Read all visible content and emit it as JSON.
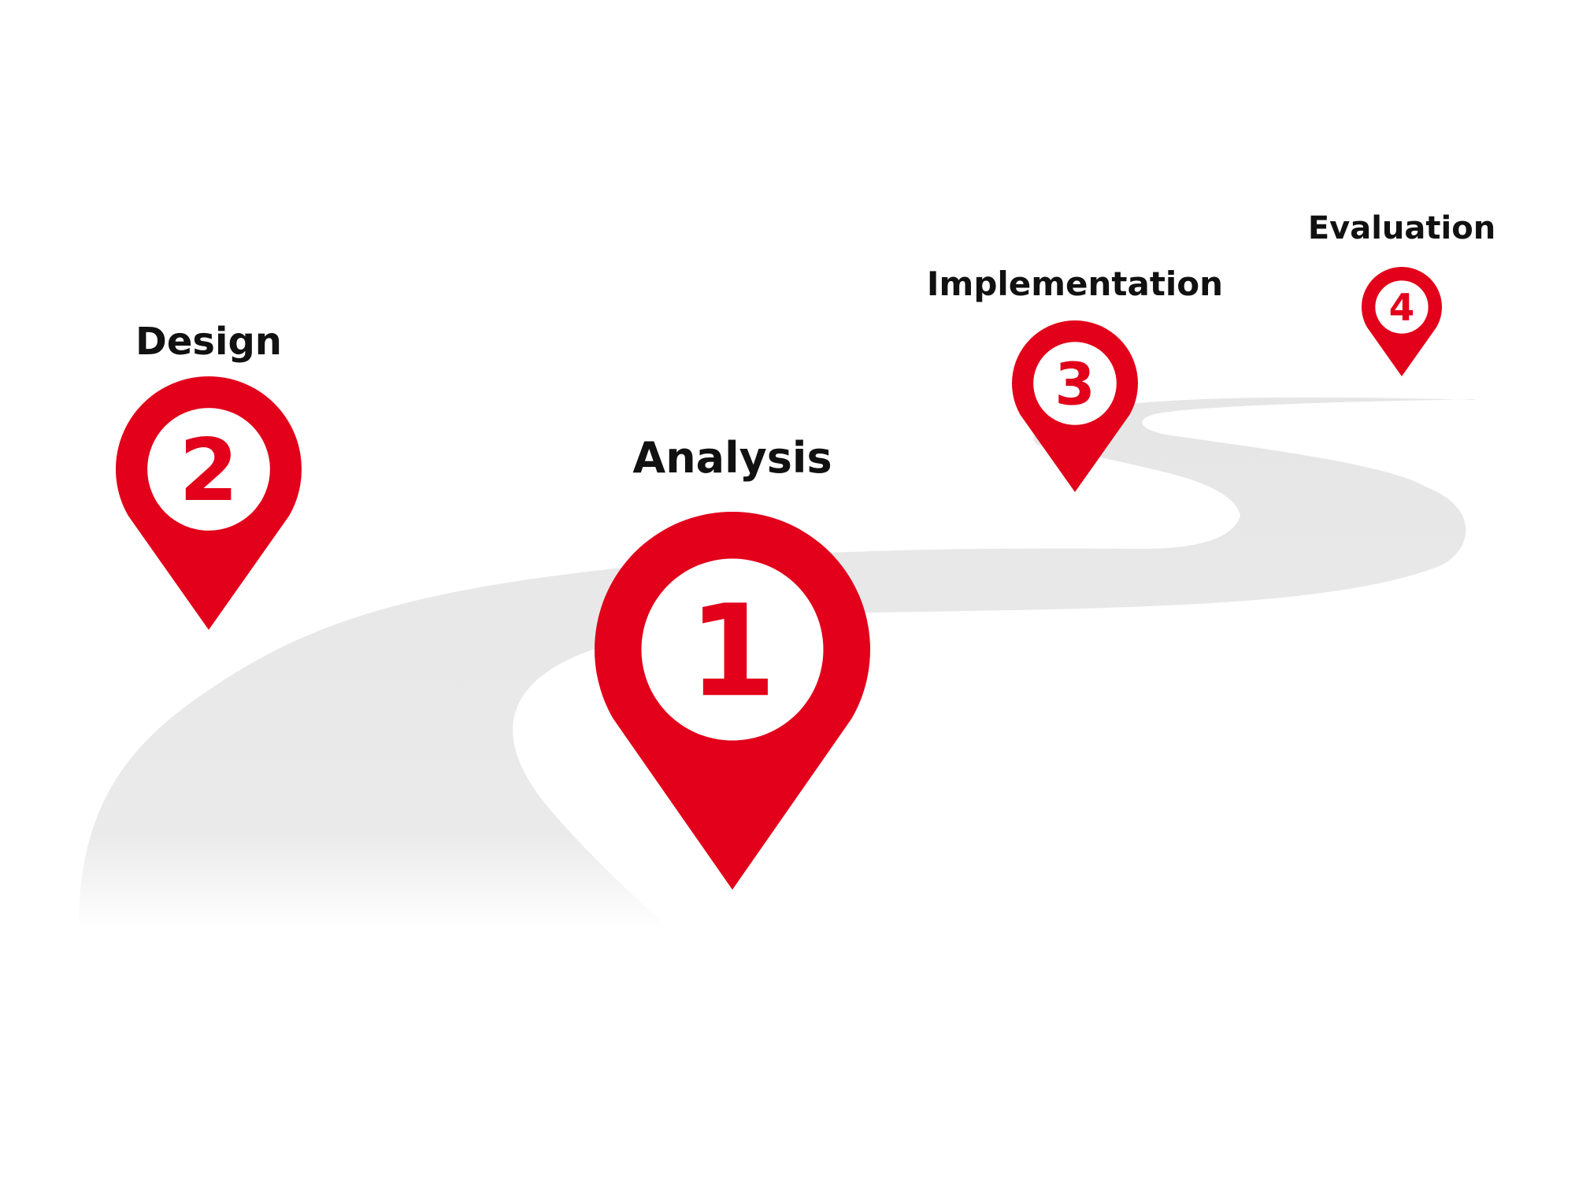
{
  "diagram": {
    "colors": {
      "pin": "#e2001a",
      "pin_inner": "#ffffff",
      "road": "#e6e6e6",
      "label": "#111111",
      "background": "#ffffff"
    },
    "milestones": [
      {
        "number": "1",
        "label": "Analysis",
        "icon": "map-pin-icon"
      },
      {
        "number": "2",
        "label": "Design",
        "icon": "map-pin-icon"
      },
      {
        "number": "3",
        "label": "Implementation",
        "icon": "map-pin-icon"
      },
      {
        "number": "4",
        "label": "Evaluation",
        "icon": "map-pin-icon"
      }
    ]
  }
}
